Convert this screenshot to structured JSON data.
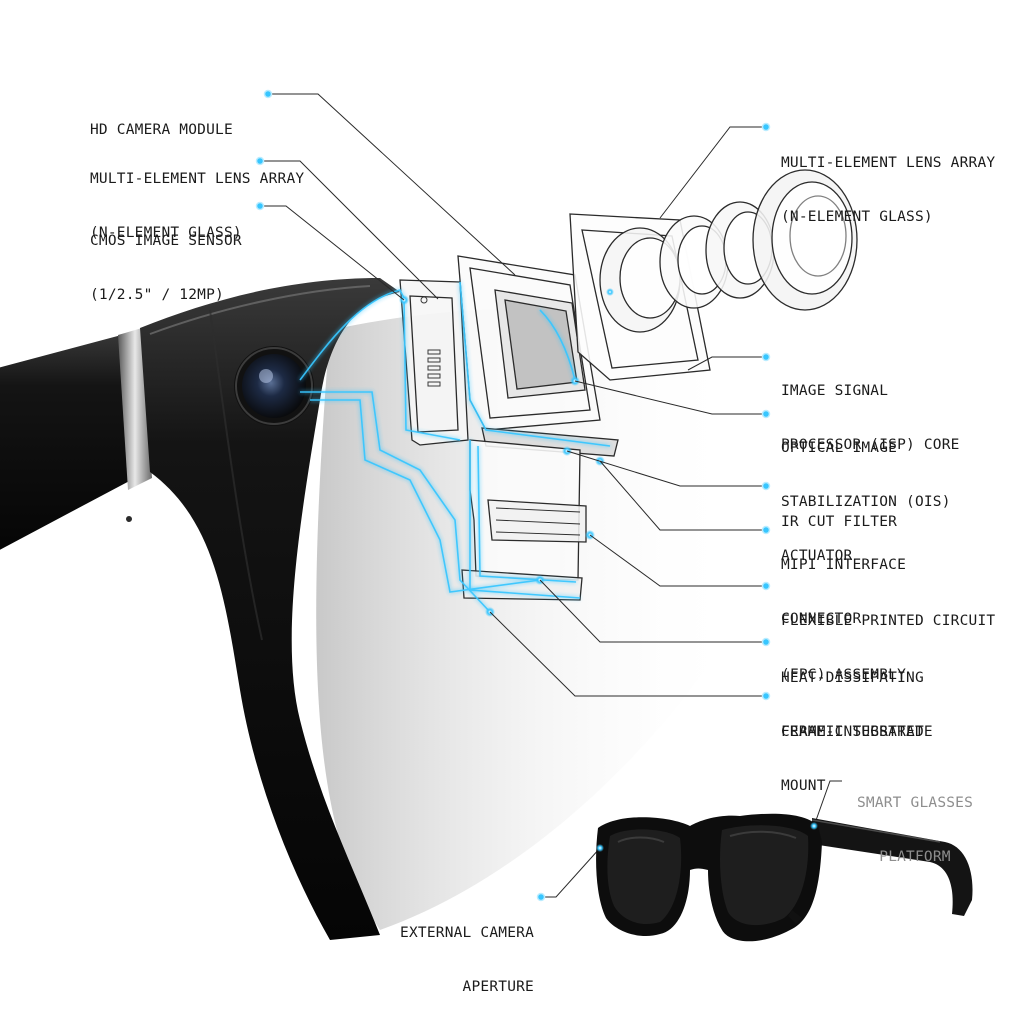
{
  "colors": {
    "accent_glow": "#37c6ff",
    "frame_black": "#0d0d0d",
    "leader_line": "#2a2a2a",
    "label_text": "#1b1b1b",
    "muted_label": "#8e8e8e"
  },
  "labels": {
    "hd_camera_module": [
      "HD CAMERA MODULE"
    ],
    "lens_array_left": [
      "MULTI-ELEMENT LENS ARRAY",
      "(N-ELEMENT GLASS)"
    ],
    "cmos_sensor": [
      "CMOS IMAGE SENSOR",
      "(1/2.5\" / 12MP)"
    ],
    "lens_array_right": [
      "MULTI-ELEMENT LENS ARRAY",
      "(N-ELEMENT GLASS)"
    ],
    "isp_core": [
      "IMAGE SIGNAL",
      "PROCESSOR (ISP) CORE"
    ],
    "ois_actuator": [
      "OPTICAL IMAGE",
      "STABILIZATION (OIS)",
      "ACTUATOR"
    ],
    "ir_cut_filter": [
      "IR CUT FILTER"
    ],
    "mipi_connector": [
      "MIPI INTERFACE",
      "CONNECTOR"
    ],
    "fpc_assembly": [
      "FLEXIBLE PRINTED CIRCUIT",
      "(FPC) ASSEMBLY"
    ],
    "ceramic_substrate": [
      "HEAT-DISSIPATING",
      "CERAMIC SUBSTRATE"
    ],
    "frame_mount": [
      "FRAME-INTEGRATED",
      "MOUNT"
    ],
    "smart_glasses_platform": [
      "SMART GLASSES",
      "PLATFORM"
    ],
    "external_aperture": [
      "EXTERNAL CAMERA",
      "APERTURE"
    ]
  }
}
